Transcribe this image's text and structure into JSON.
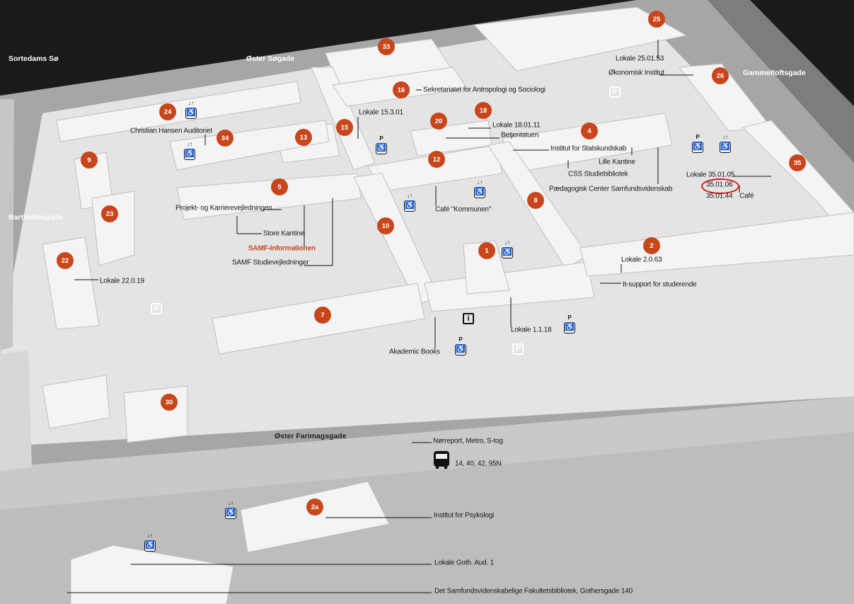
{
  "streets": {
    "sortedams": "Sortedams Sø",
    "oster_sogade": "Øster Søgade",
    "gammeltoftsgade": "Gammeltoftsgade",
    "bartholinsgade": "Bartholinsgade",
    "oster_farimagsgade": "Øster Farimagsgade"
  },
  "markers": [
    "33",
    "25",
    "26",
    "16",
    "24",
    "18",
    "20",
    "15",
    "13",
    "34",
    "4",
    "12",
    "9",
    "35",
    "5",
    "8",
    "23",
    "10",
    "2",
    "1",
    "22",
    "7",
    "30",
    "2a"
  ],
  "labels": {
    "lokale_25": "Lokale 25.01.53",
    "okonomisk": "Økonomisk Institut",
    "sekretariatet": "Sekretariatet for Antropologi og Sociologi",
    "lokale_15": "Lokale 15.3.01",
    "lokale_18": "Lokale 18.01.11",
    "betjentstuen": "Betjentstuen",
    "statskundskab": "Institut for Statskundskab",
    "lille_kantine": "Lille Kantine",
    "css_bib": "CSS Studiebibliotek",
    "paedagogisk": "Pædagogisk Center Samfundsvidenskab",
    "christian_hansen": "Christian Hansen Auditoriet",
    "lokale_35_05": "Lokale 35.01.05",
    "lokale_35_06": "35.01.06",
    "lokale_35_44": "35.01.44",
    "cafe": "Café",
    "cafe_kommunen": "Café \"Kommunen\"",
    "projekt": "Projekt- og Karrierevejledningen",
    "store_kantine": "Store Kantine",
    "samf_info": "SAMF-Informationen",
    "samf_studie": "SAMF Studievejledninger",
    "lokale_2": "Lokale 2.0.63",
    "it_support": "It-support for studerende",
    "lokale_22": "Lokale 22.0.19",
    "lokale_1": "Lokale 1.1.18",
    "akademic": "Akademic Books",
    "norreport": "Nørreport, Metro, S-tog",
    "bus_lines": "14, 40, 42, 95N",
    "psykologi": "Institut for Psykologi",
    "goth_aud": "Lokale Goth. Aud. 1",
    "fakultetsbibliotek": "Det Samfundsvidenskabelige Fakultetsbibliotek, Gothersgade 140"
  },
  "icons": {
    "parking": "P",
    "info": "i",
    "wheelchair": "♿",
    "elevator": "↓↑"
  },
  "colors": {
    "marker": "#c8461c",
    "highlight": "#d01a1a"
  }
}
